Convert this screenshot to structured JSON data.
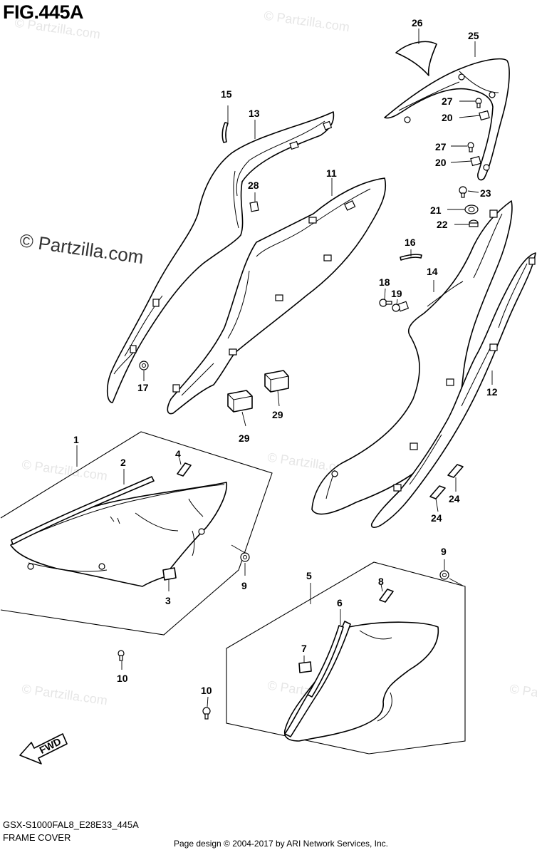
{
  "figure": {
    "title": "FIG.445A",
    "model_code": "GSX-S1000FAL8_E28E33_445A",
    "section_name": "FRAME COVER",
    "copyright": "Page design © 2004-2017 by ARI Network Services, Inc.",
    "fwd_label": "FWD"
  },
  "watermark": {
    "main": "© Partzilla.com",
    "repeat": "© Partzilla.com"
  },
  "callouts": {
    "c1": "1",
    "c2": "2",
    "c3": "3",
    "c4": "4",
    "c5": "5",
    "c6": "6",
    "c7": "7",
    "c8": "8",
    "c9a": "9",
    "c9b": "9",
    "c10a": "10",
    "c10b": "10",
    "c11": "11",
    "c12": "12",
    "c13": "13",
    "c14": "14",
    "c15": "15",
    "c16": "16",
    "c17": "17",
    "c18": "18",
    "c19": "19",
    "c20a": "20",
    "c20b": "20",
    "c21": "21",
    "c22": "22",
    "c23": "23",
    "c24a": "24",
    "c24b": "24",
    "c25": "25",
    "c26": "26",
    "c27a": "27",
    "c27b": "27",
    "c28": "28",
    "c29a": "29",
    "c29b": "29"
  }
}
